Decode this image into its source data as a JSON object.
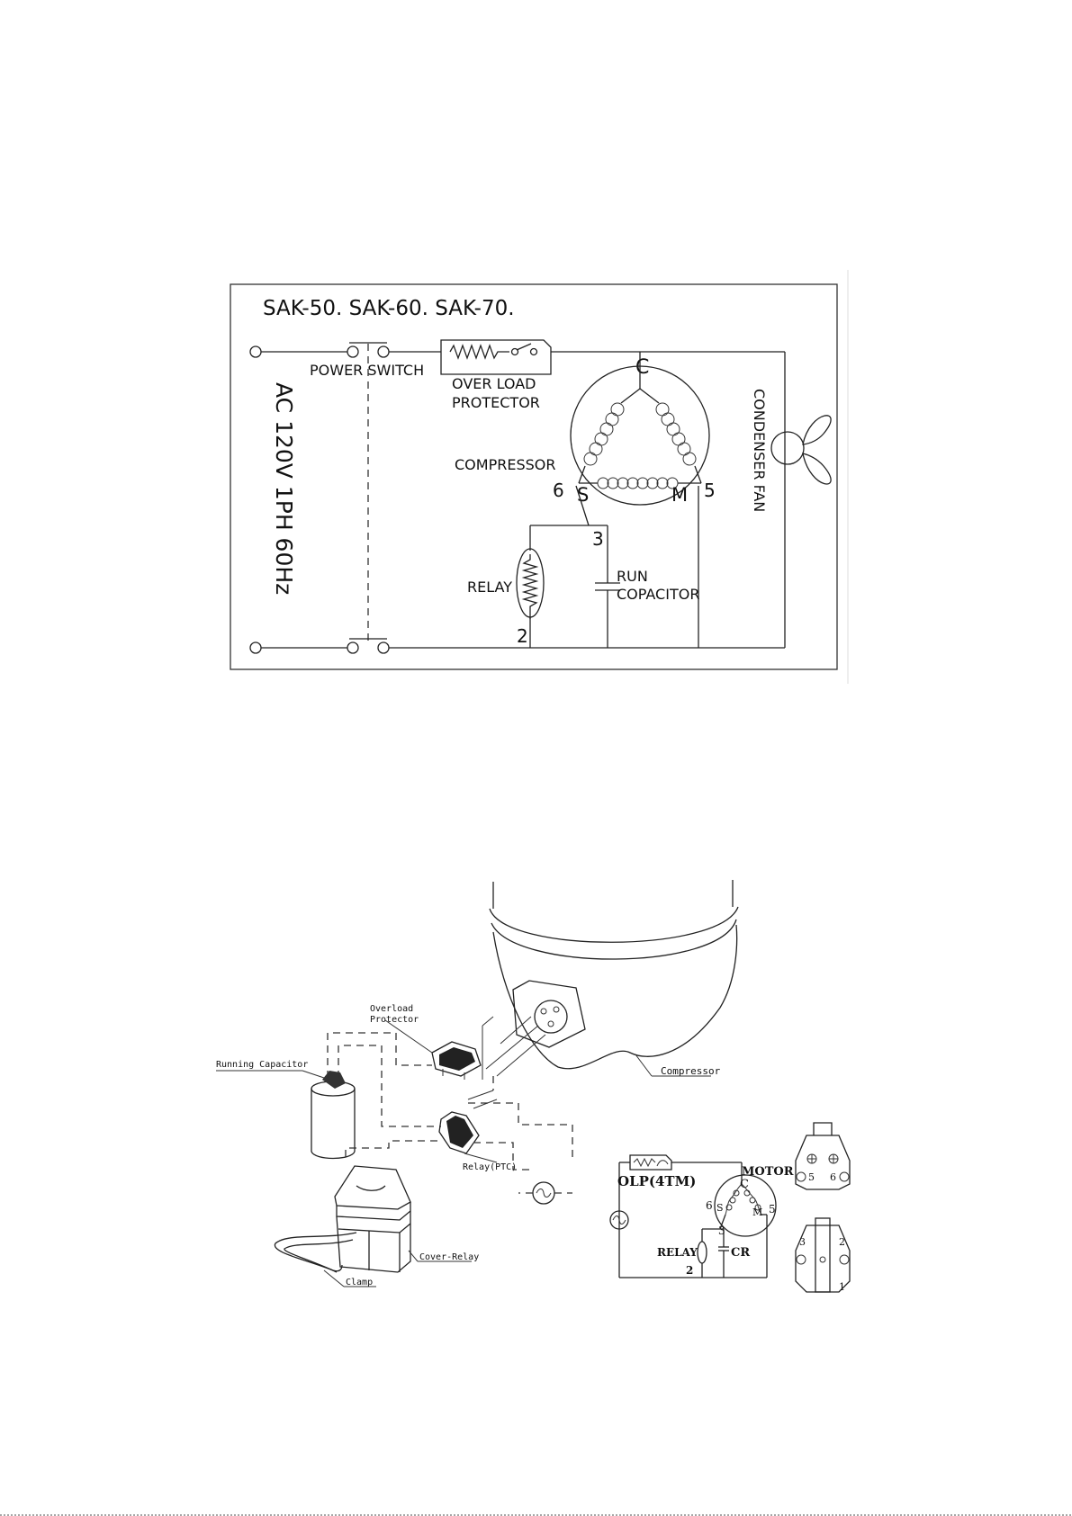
{
  "schematic": {
    "title": "SAK-50. SAK-60. SAK-70.",
    "power_switch": "POWER SWITCH",
    "overload_line1": "OVER LOAD",
    "overload_line2": "PROTECTOR",
    "supply": "AC 120V 1PH 60Hz",
    "compressor": "COMPRESSOR",
    "condenser_fan": "CONDENSER FAN",
    "relay": "RELAY",
    "run_cap_line1": "RUN",
    "run_cap_line2": "COPACITOR",
    "terminal_c": "C",
    "terminal_s": "S",
    "terminal_m": "M",
    "pin_6": "6",
    "pin_5": "5",
    "pin_3": "3",
    "pin_2": "2"
  },
  "assembly": {
    "overload_line1": "Overload",
    "overload_line2": "Protector",
    "running_capacitor": "Running Capacitor",
    "compressor": "Compressor",
    "relay_ptc": "Relay(PTC)",
    "cover_relay": "Cover-Relay",
    "clamp": "Clamp"
  },
  "mini_schematic": {
    "olp": "OLP(4TM)",
    "motor": "MOTOR",
    "c": "C",
    "s": "S",
    "m": "M",
    "n6": "6",
    "n5": "5",
    "n3": "3",
    "relay": "RELAY",
    "n2": "2",
    "cr": "CR",
    "p5": "5",
    "p6": "6",
    "p3": "3",
    "p2": "2",
    "p1": "1"
  }
}
